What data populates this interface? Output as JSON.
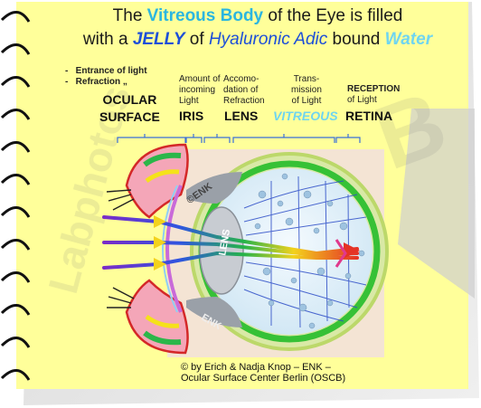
{
  "title": {
    "line1_a": "The ",
    "line1_b": "Vitreous Body",
    "line1_c": " of the Eye is filled",
    "line2_a": "with a ",
    "line2_b": "JELLY",
    "line2_c": " of ",
    "line2_d": "Hyaluronic Adic",
    "line2_e": " bound ",
    "line2_f": "Water"
  },
  "functions": {
    "surface_1": "Entrance of light",
    "surface_2": "Refraction   „",
    "iris_1": "Amount of",
    "iris_2": "incoming",
    "iris_3": "Light",
    "lens_1": "Accomo-",
    "lens_2": "dation of",
    "lens_3": "Refraction",
    "vitreous_1": "Trans-",
    "vitreous_2": "mission",
    "vitreous_3": "of Light",
    "retina_1": "RECEPTION",
    "retina_2": "of Light"
  },
  "structures": {
    "ocular_1": "OCULAR",
    "ocular_2": "SURFACE",
    "iris": "IRIS",
    "lens": "LENS",
    "vitreous": "VITREOUS",
    "retina": "RETINA"
  },
  "diagram_labels": {
    "enk_top": "©ENK",
    "enk_bottom": "ENK",
    "lens_inner": "LENS"
  },
  "copyright": {
    "line1": "© by Erich & Nadja Knop – ENK –",
    "line2": "Ocular Surface Center Berlin (OSCB)"
  },
  "colors": {
    "note_yellow": "#ffff9a",
    "title_cyan": "#2bb6e0",
    "title_blue": "#1d4fd8",
    "vitreous_green": "#3cc43c",
    "bracket_blue": "#3a6fd8"
  }
}
